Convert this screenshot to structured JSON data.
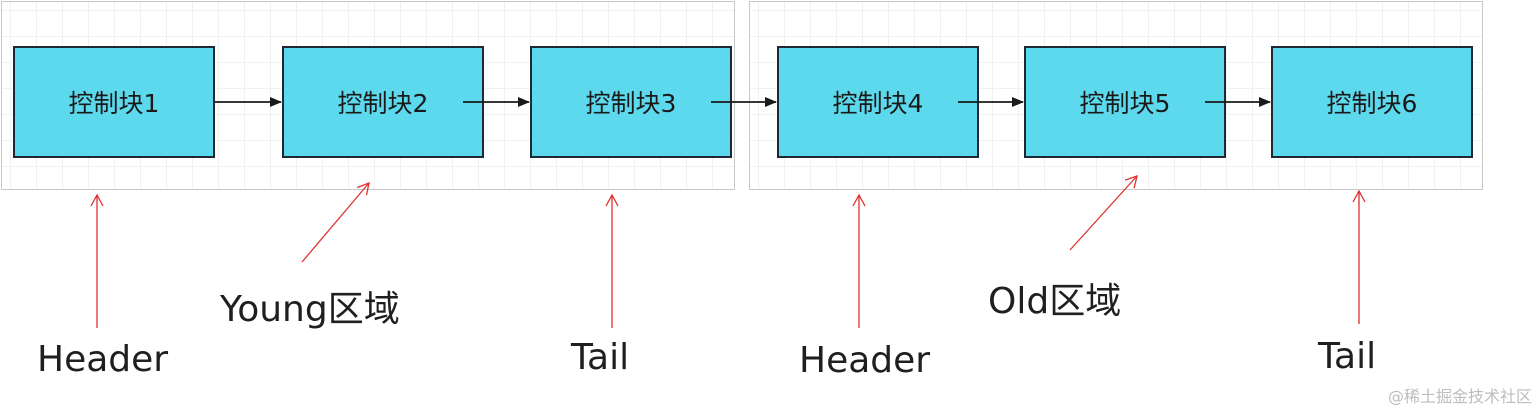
{
  "blocks": [
    "控制块1",
    "控制块2",
    "控制块3",
    "控制块4",
    "控制块5",
    "控制块6"
  ],
  "labels": {
    "young_header": "Header",
    "young_region": "Young区域",
    "young_tail": "Tail",
    "old_header": "Header",
    "old_region": "Old区域",
    "old_tail": "Tail"
  },
  "watermark": "@稀土掘金技术社区",
  "colors": {
    "block_fill": "#5dd9ee",
    "block_border": "#1d2935",
    "pointer_arrow": "#e03030",
    "link_arrow": "#1a1a1a",
    "region_border": "#c8c8c8"
  }
}
